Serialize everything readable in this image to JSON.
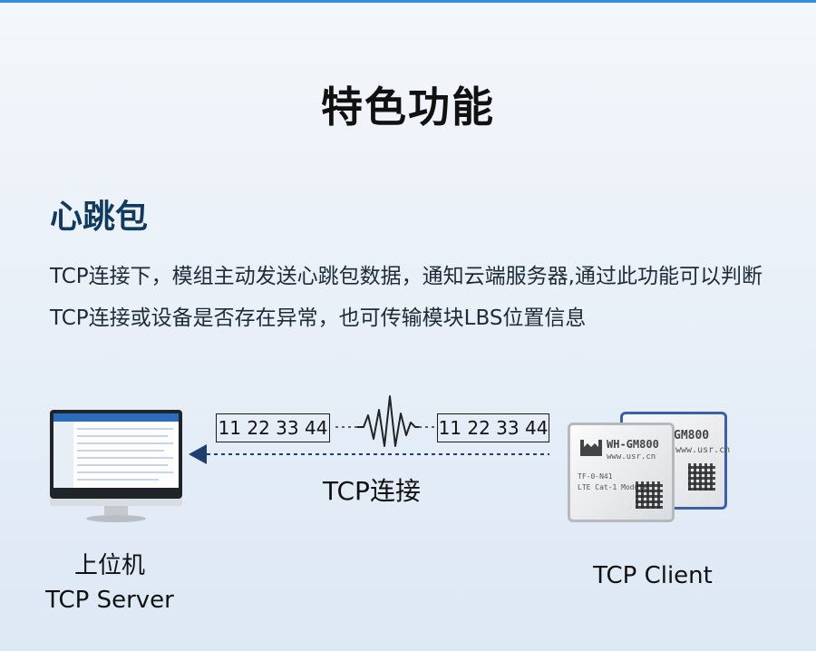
{
  "title": "特色功能",
  "section": {
    "title": "心跳包",
    "description": "TCP连接下，模组主动发送心跳包数据，通知云端服务器,通过此功能可以判断TCP连接或设备是否存在异常，也可传输模块LBS位置信息"
  },
  "diagram": {
    "server_label_line1": "上位机",
    "server_label_line2": "TCP Server",
    "packet_left": "11 22 33 44",
    "packet_right": "11 22 33 44",
    "connection_label": "TCP连接",
    "client_label": "TCP Client",
    "module_front_brand": "WH-GM800",
    "module_front_url": "www.usr.cn",
    "module_front_model": "TF-0-N41",
    "module_front_type": "LTE Cat-1 Module",
    "module_back_brand": "GM800",
    "module_back_url": "www.usr.cn",
    "accent_color": "#1f3f6e",
    "icons": [
      "monitor-icon",
      "arrow-left-icon",
      "signal-wave-icon",
      "module-icon"
    ]
  }
}
